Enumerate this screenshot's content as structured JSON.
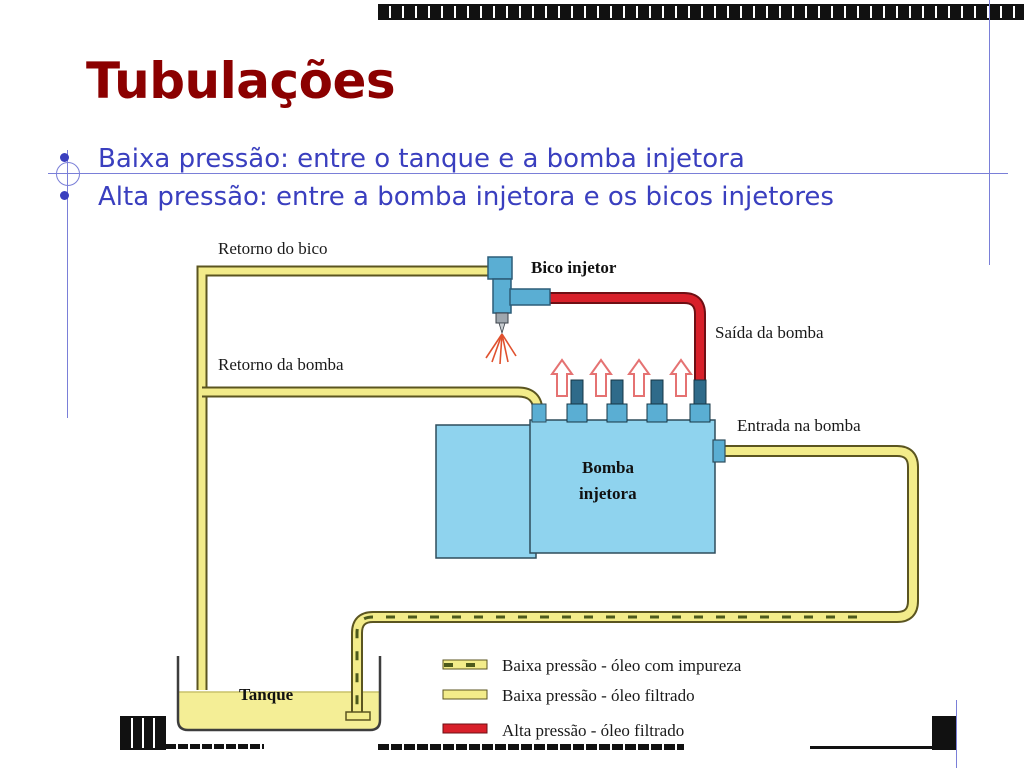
{
  "slide": {
    "title": "Tubulações",
    "bullets": [
      "Baixa pressão: entre o tanque e a bomba injetora",
      "Alta pressão: entre a bomba injetora e os bicos injetores"
    ]
  },
  "diagram": {
    "labels": {
      "retorno_bico": "Retorno do bico",
      "bico_injetor": "Bico injetor",
      "saida_bomba": "Saída da bomba",
      "retorno_bomba": "Retorno da bomba",
      "entrada_bomba": "Entrada na bomba",
      "bomba_line1": "Bomba",
      "bomba_line2": "injetora",
      "tanque": "Tanque"
    },
    "legend": [
      {
        "label": "Baixa pressão - óleo com impureza",
        "pattern": "dotted-yellow"
      },
      {
        "label": "Baixa pressão - óleo filtrado",
        "pattern": "yellow"
      },
      {
        "label": "Alta pressão - óleo filtrado",
        "pattern": "red"
      }
    ],
    "colors": {
      "low_pressure": "#f3ec8a",
      "high_pressure": "#d8202a",
      "pump": "#8fd3ee",
      "tank_fuel": "#f4ee96",
      "outlet_arrows": "#e57272",
      "accent_blue": "#3a3fbf",
      "title_red": "#8b0000"
    }
  }
}
